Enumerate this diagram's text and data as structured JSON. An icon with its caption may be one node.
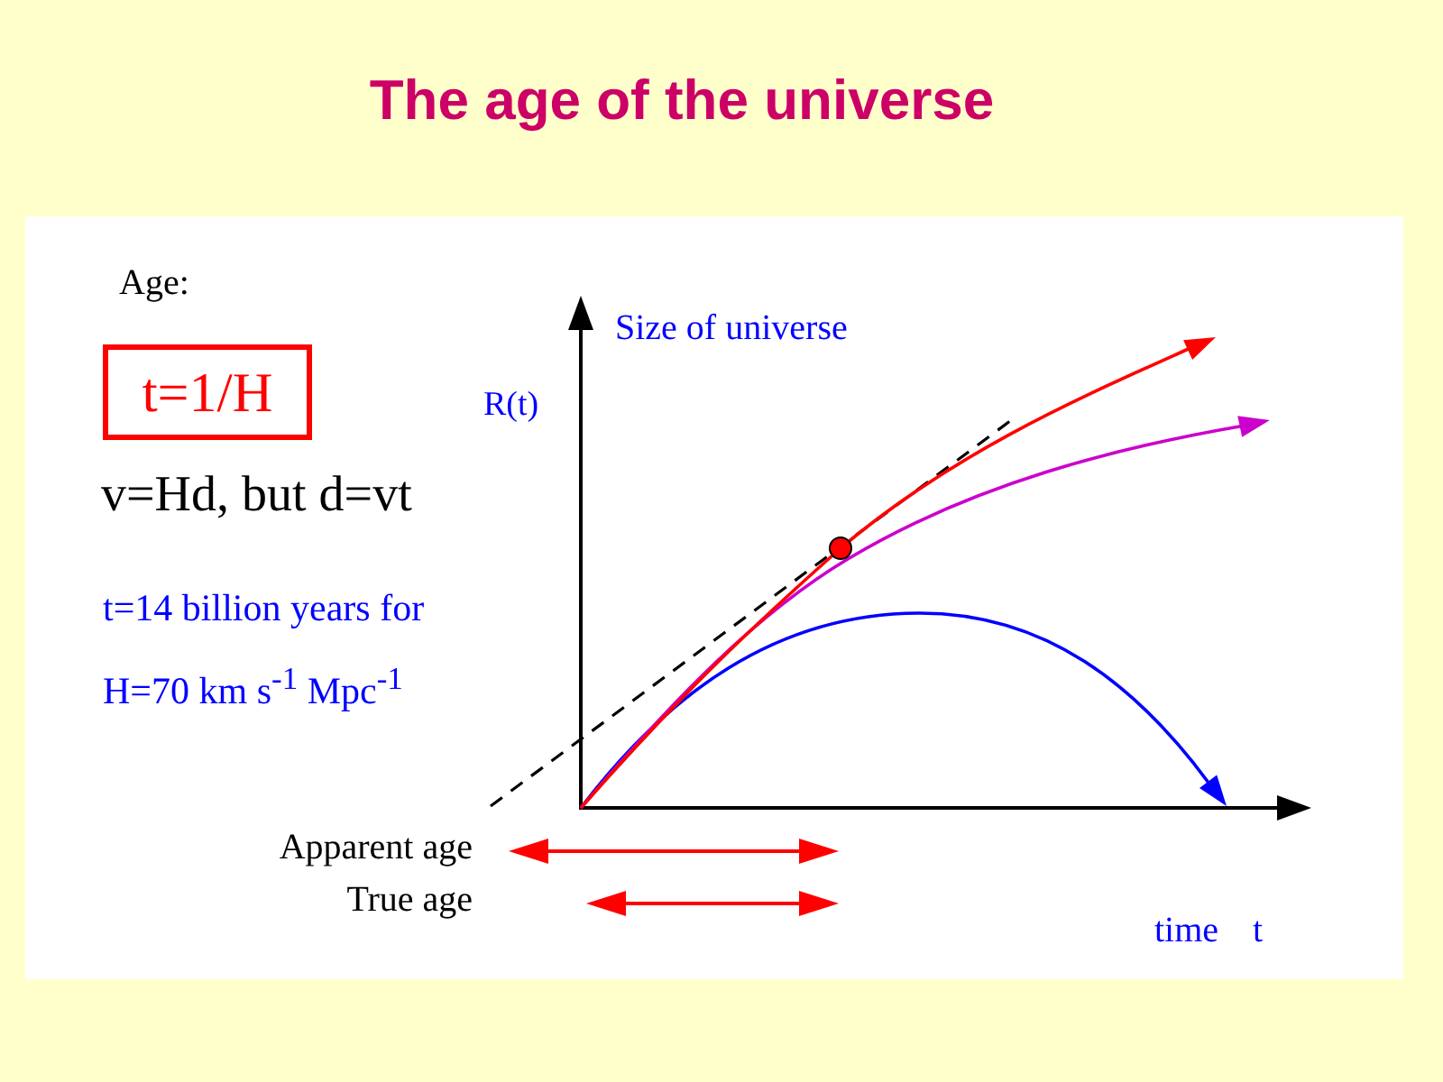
{
  "diagram": {
    "title": "The age of the universe",
    "nodes": [
      {
        "text": [
          "t=1/H"
        ]
      }
    ],
    "labels": [
      "Age:",
      "Size of universe",
      "R(t)",
      "v=Hd, but d=vt",
      "t=14 billion years for H=70 km s$^{-1}$ Mpc$^{-1}$",
      "Apparent age",
      "True age",
      "time t"
    ]
  }
}
